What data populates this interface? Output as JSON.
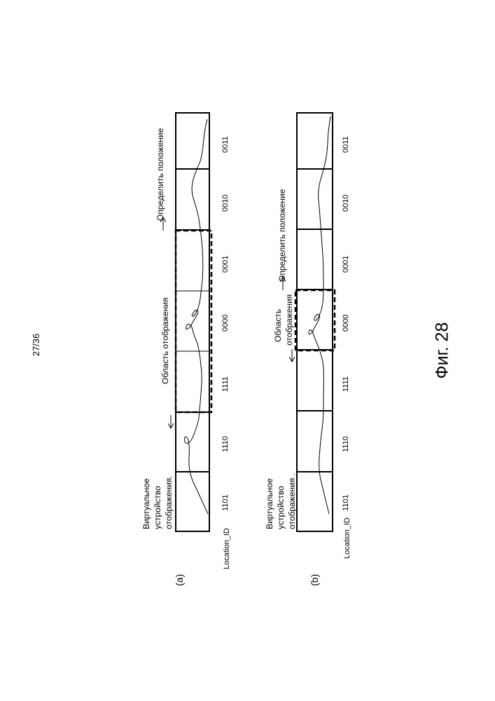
{
  "page": {
    "number": "27/36",
    "figure_caption": "Фиг. 28"
  },
  "location_label": "Location_ID",
  "location_ids": [
    "1101",
    "1110",
    "1111",
    "0000",
    "0001",
    "0010",
    "0011"
  ],
  "panel_a": {
    "label": "(a)",
    "device_label": [
      "Виртуальное",
      "устройство",
      "отображения."
    ],
    "display_area_label": [
      "Область отображения"
    ],
    "position_label": "Определить положение"
  },
  "panel_b": {
    "label": "(b)",
    "device_label": [
      "Виртуальное",
      "устройство",
      "отображения ."
    ],
    "display_area_label": [
      "Область",
      "отображения"
    ],
    "position_label": "Определить положение"
  }
}
